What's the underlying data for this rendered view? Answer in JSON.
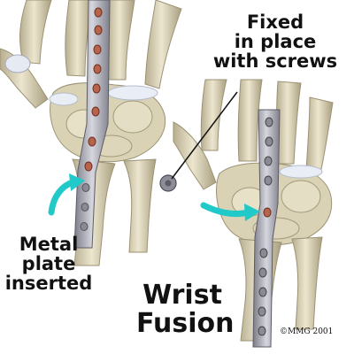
{
  "labels": {
    "fixed_lines": [
      "Fixed",
      "in place",
      "with screws"
    ],
    "plate_lines": [
      "Metal",
      "plate",
      "inserted"
    ],
    "title_lines": [
      "Wrist",
      "Fusion"
    ],
    "copyright": "©MMG 2001"
  },
  "colors": {
    "arrow": "#22c9c9",
    "bone": "#ddd6bb",
    "bone_shadow": "#b2a98a",
    "plate": "#9a9aa6",
    "plate_light": "#d4d4dc",
    "cartilage": "#e9eef6",
    "screw_hole": "#b8634a"
  },
  "icons": [
    "curved-arrow-icon",
    "pointer-line"
  ]
}
